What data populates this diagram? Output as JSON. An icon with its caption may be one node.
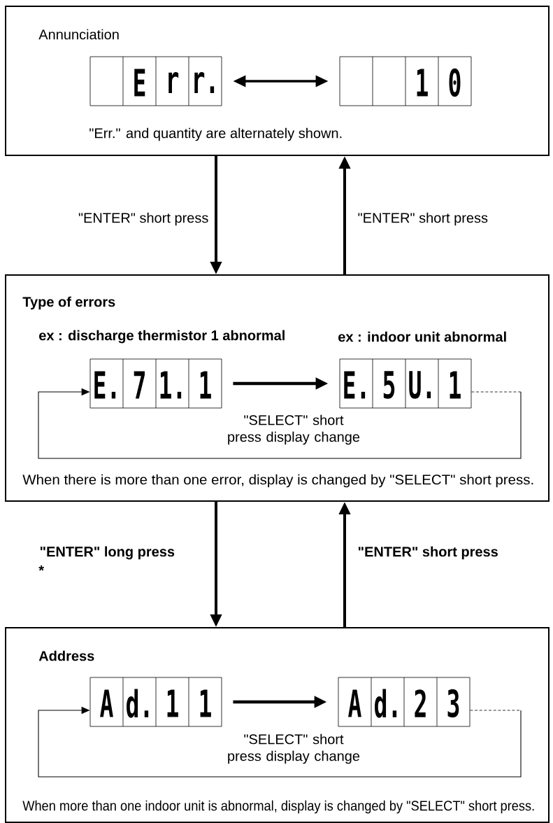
{
  "diagram": {
    "nodes": [
      {
        "text": [
          "Annunciation",
          "\"Err.\" and quantity are alternately shown."
        ]
      },
      {
        "text": [
          "E",
          "r",
          "r."
        ],
        "in": 0
      },
      {
        "text": [
          "1",
          "0"
        ],
        "in": 0
      },
      {
        "text": [
          "Type of errors",
          "When there is more than one error, display is changed by \"SELECT\" short press."
        ]
      },
      {
        "text": [
          "E.",
          "7",
          "1.",
          "1"
        ],
        "in": 3,
        "beside": [
          "ex : discharge thermistor 1 abnormal"
        ]
      },
      {
        "text": [
          "E.",
          "5",
          "U.",
          "1"
        ],
        "in": 3,
        "beside": [
          "ex : indoor unit abnormal"
        ]
      },
      {
        "text": [
          "Address",
          "When more than one indoor unit is abnormal, display is changed by \"SELECT\" short press."
        ]
      },
      {
        "text": [
          "A",
          "d.",
          "1",
          "1"
        ],
        "in": 6
      },
      {
        "text": [
          "A",
          "d.",
          "2",
          "3"
        ],
        "in": 6
      }
    ],
    "edges": [
      {
        "from": 1,
        "to": 2,
        "arrow": "both"
      },
      {
        "from": 0,
        "to": 3,
        "arrow": "to",
        "label": "\"ENTER\" short press"
      },
      {
        "from": 3,
        "to": 0,
        "arrow": "to",
        "label": "\"ENTER\" short press"
      },
      {
        "from": 4,
        "to": 5,
        "arrow": "to"
      },
      {
        "from": 5,
        "to": 4,
        "arrow": "to",
        "label": "\"SELECT\" short press display change"
      },
      {
        "from": 3,
        "to": 6,
        "arrow": "to",
        "label": "\"ENTER\" long press"
      },
      {
        "from": 6,
        "to": 3,
        "arrow": "to",
        "label": "\"ENTER\" short press"
      },
      {
        "from": 7,
        "to": 8,
        "arrow": "to"
      },
      {
        "from": 8,
        "to": 7,
        "arrow": "to",
        "label": "\"SELECT\" short press display change"
      }
    ],
    "labels": [
      "*"
    ]
  }
}
